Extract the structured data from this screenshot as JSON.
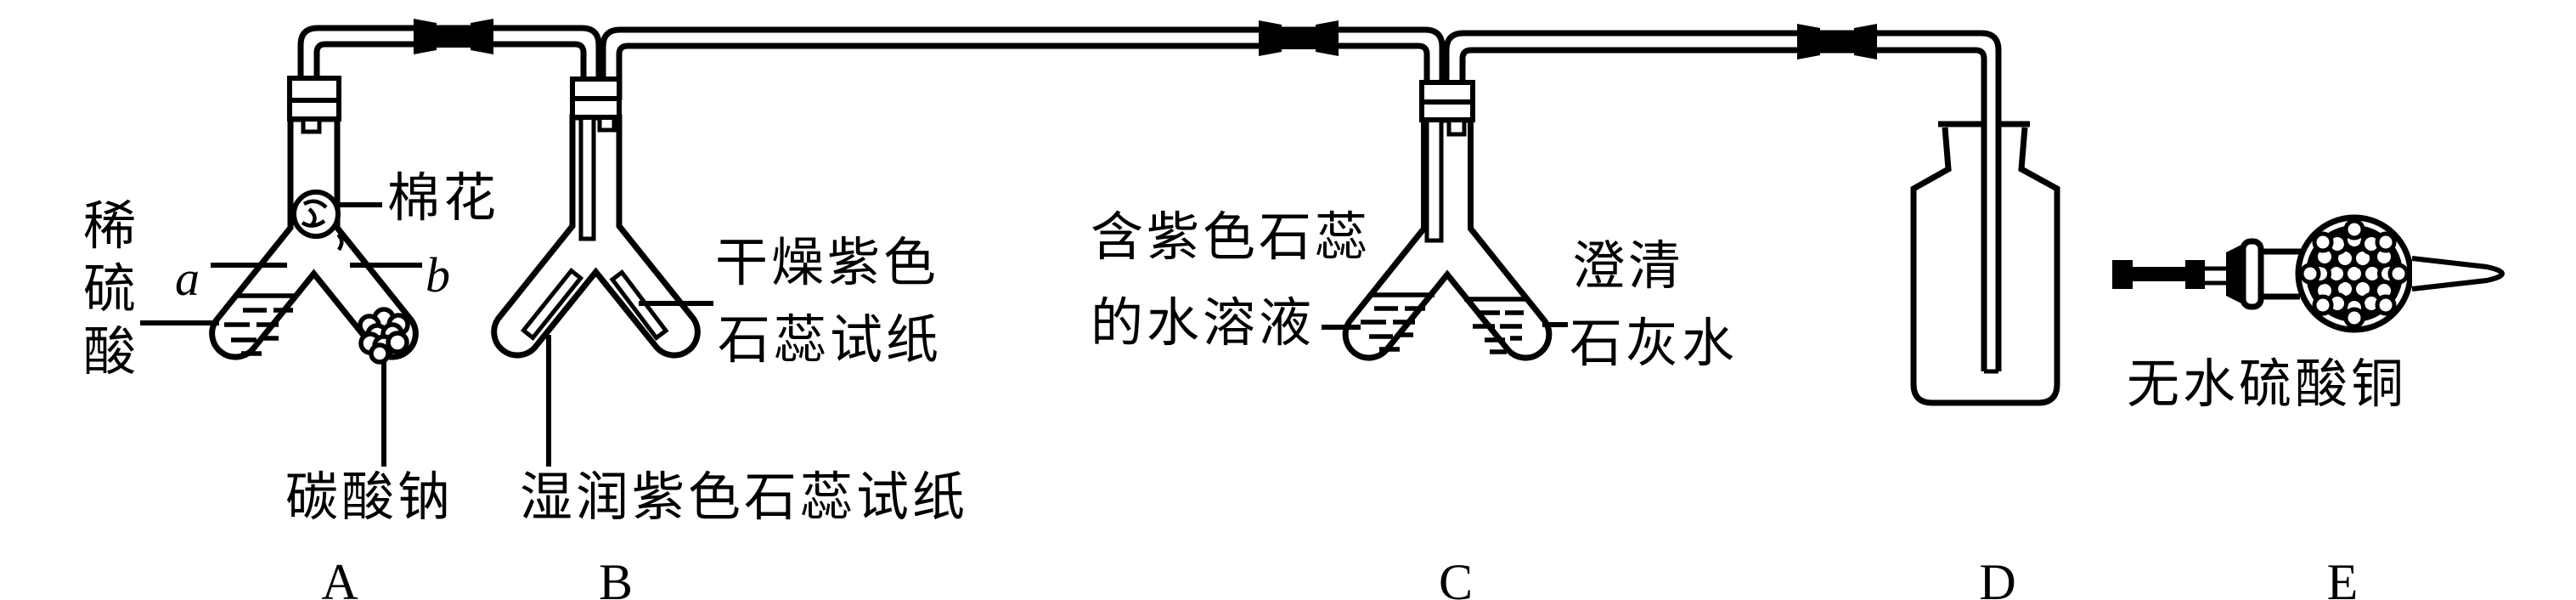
{
  "colors": {
    "line": "#000000",
    "background": "#ffffff"
  },
  "labels": {
    "dilute_sulfuric_acid": "稀硫酸",
    "point_a": "a",
    "point_b": "b",
    "cotton": "棉花",
    "sodium_carbonate": "碳酸钠",
    "wet_purple_litmus_paper": "湿润紫色石蕊试纸",
    "dry_purple_litmus_line1": "干燥紫色",
    "dry_purple_litmus_line2": "石蕊试纸",
    "litmus_solution_line1": "含紫色石蕊",
    "litmus_solution_line2": "的水溶液",
    "clear_limewater_line1": "澄清",
    "clear_limewater_line2": "石灰水",
    "anhydrous_copper_sulfate": "无水硫酸铜",
    "apparatus": {
      "a": "A",
      "b": "B",
      "c": "C",
      "d": "D",
      "e": "E"
    }
  }
}
